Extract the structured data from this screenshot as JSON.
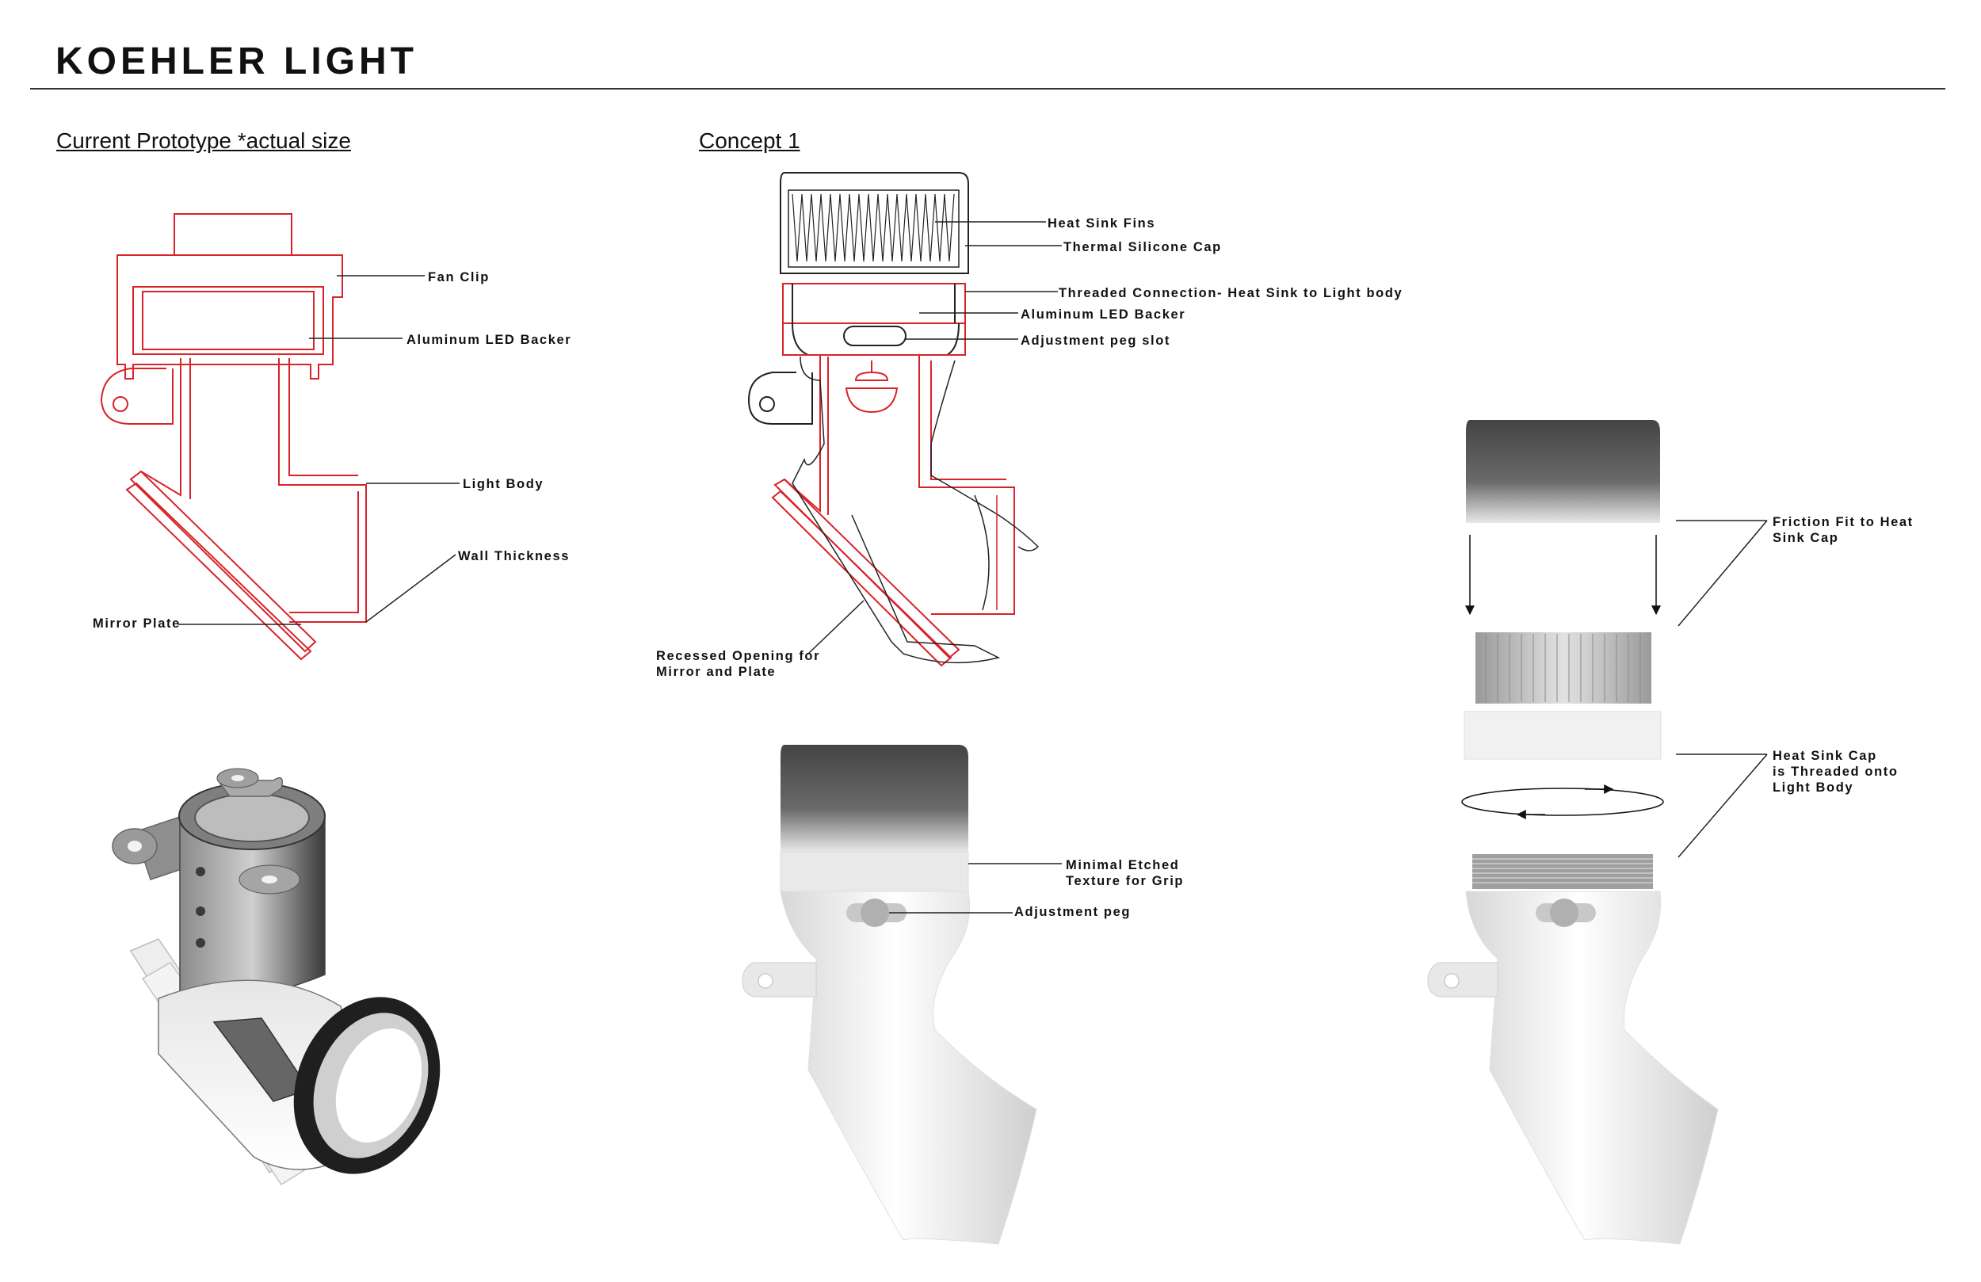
{
  "title": "KOEHLER LIGHT",
  "sections": {
    "prototype": "Current Prototype *actual size",
    "concept": "Concept 1"
  },
  "labels": {
    "fan_clip": "Fan Clip",
    "aluminum_led_backer_proto": "Aluminum LED Backer",
    "light_body": "Light Body",
    "wall_thickness": "Wall Thickness",
    "mirror_plate": "Mirror Plate",
    "heat_sink_fins": "Heat Sink Fins",
    "thermal_silicone_cap": "Thermal Silicone Cap",
    "threaded_connection": "Threaded Connection- Heat Sink to Light body",
    "aluminum_led_backer_concept": "Aluminum LED Backer",
    "adjustment_peg_slot": "Adjustment peg slot",
    "recessed_opening_1": "Recessed Opening for",
    "recessed_opening_2": "Mirror and Plate",
    "minimal_etched_1": "Minimal Etched",
    "minimal_etched_2": "Texture for Grip",
    "adjustment_peg": "Adjustment peg",
    "friction_fit_1": "Friction Fit to Heat",
    "friction_fit_2": "Sink Cap",
    "heat_sink_cap_1": "Heat Sink Cap",
    "heat_sink_cap_2": "is Threaded onto",
    "heat_sink_cap_3": "Light Body"
  },
  "colors": {
    "outline_red": "#d8232a",
    "outline_black": "#222222",
    "cap_dark": "#333333"
  }
}
